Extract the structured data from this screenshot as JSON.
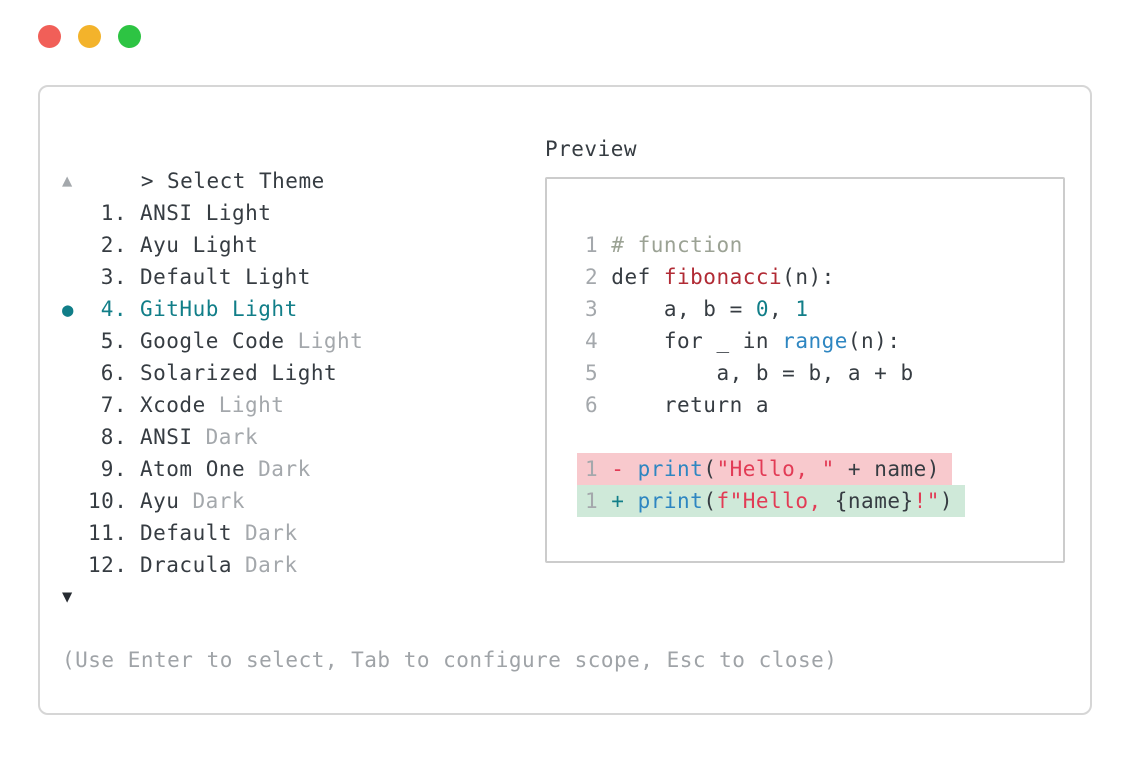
{
  "window": {
    "traffic_lights": [
      "close",
      "minimize",
      "maximize"
    ]
  },
  "header": {
    "prompt": ">",
    "title": "Select Theme"
  },
  "list": {
    "scroll_up_icon": "▲",
    "scroll_down_icon": "▼",
    "selected_bullet": "●",
    "items": [
      {
        "num": "1.",
        "name": "ANSI Light",
        "suffix": "",
        "selected": false
      },
      {
        "num": "2.",
        "name": "Ayu Light",
        "suffix": "",
        "selected": false
      },
      {
        "num": "3.",
        "name": "Default Light",
        "suffix": "",
        "selected": false
      },
      {
        "num": "4.",
        "name": "GitHub Light",
        "suffix": "",
        "selected": true
      },
      {
        "num": "5.",
        "name": "Google Code",
        "suffix": "Light",
        "selected": false
      },
      {
        "num": "6.",
        "name": "Solarized Light",
        "suffix": "",
        "selected": false
      },
      {
        "num": "7.",
        "name": "Xcode",
        "suffix": "Light",
        "selected": false
      },
      {
        "num": "8.",
        "name": "ANSI",
        "suffix": "Dark",
        "selected": false
      },
      {
        "num": "9.",
        "name": "Atom One",
        "suffix": "Dark",
        "selected": false
      },
      {
        "num": "10.",
        "name": "Ayu",
        "suffix": "Dark",
        "selected": false
      },
      {
        "num": "11.",
        "name": "Default",
        "suffix": "Dark",
        "selected": false
      },
      {
        "num": "12.",
        "name": "Dracula",
        "suffix": "Dark",
        "selected": false
      }
    ]
  },
  "preview": {
    "label": "Preview",
    "code_lines": [
      {
        "num": "1",
        "bg": "",
        "segs": [
          [
            "cm",
            "# function"
          ]
        ]
      },
      {
        "num": "2",
        "bg": "",
        "segs": [
          [
            "d",
            "def "
          ],
          [
            "fn",
            "fibonacci"
          ],
          [
            "d",
            "(n):"
          ]
        ]
      },
      {
        "num": "3",
        "bg": "",
        "segs": [
          [
            "d",
            "    a, b = "
          ],
          [
            "t",
            "0"
          ],
          [
            "d",
            ", "
          ],
          [
            "t",
            "1"
          ]
        ]
      },
      {
        "num": "4",
        "bg": "",
        "segs": [
          [
            "d",
            "    for _ in "
          ],
          [
            "b",
            "range"
          ],
          [
            "d",
            "(n):"
          ]
        ]
      },
      {
        "num": "5",
        "bg": "",
        "segs": [
          [
            "d",
            "        a, b = b, a + b"
          ]
        ]
      },
      {
        "num": "6",
        "bg": "",
        "segs": [
          [
            "d",
            "    return a"
          ]
        ]
      },
      {
        "num": "",
        "bg": "",
        "segs": []
      },
      {
        "num": "1",
        "bg": "red",
        "segs": [
          [
            "s",
            "- "
          ],
          [
            "b",
            "print"
          ],
          [
            "d",
            "("
          ],
          [
            "s",
            "\"Hello, \""
          ],
          [
            "d",
            " + name)"
          ]
        ]
      },
      {
        "num": "1",
        "bg": "green",
        "segs": [
          [
            "t",
            "+ "
          ],
          [
            "b",
            "print"
          ],
          [
            "d",
            "("
          ],
          [
            "s",
            "f\"Hello, "
          ],
          [
            "d",
            "{name}"
          ],
          [
            "s",
            "!\""
          ],
          [
            "d",
            ")"
          ]
        ]
      }
    ]
  },
  "footer": {
    "hint": "(Use Enter to select, Tab to configure scope, Esc to close)"
  },
  "colors": {
    "accent_teal": "#117e88",
    "function_red": "#b12b35",
    "string_crimson": "#e23b55",
    "builtin_blue": "#2e86c1",
    "comment_green_gray": "#9ba294",
    "diff_removed_bg": "#f8c9cd",
    "diff_added_bg": "#cfe9d9",
    "traffic_red": "#f15f58",
    "traffic_yellow": "#f3b32b",
    "traffic_green": "#2dc443"
  }
}
